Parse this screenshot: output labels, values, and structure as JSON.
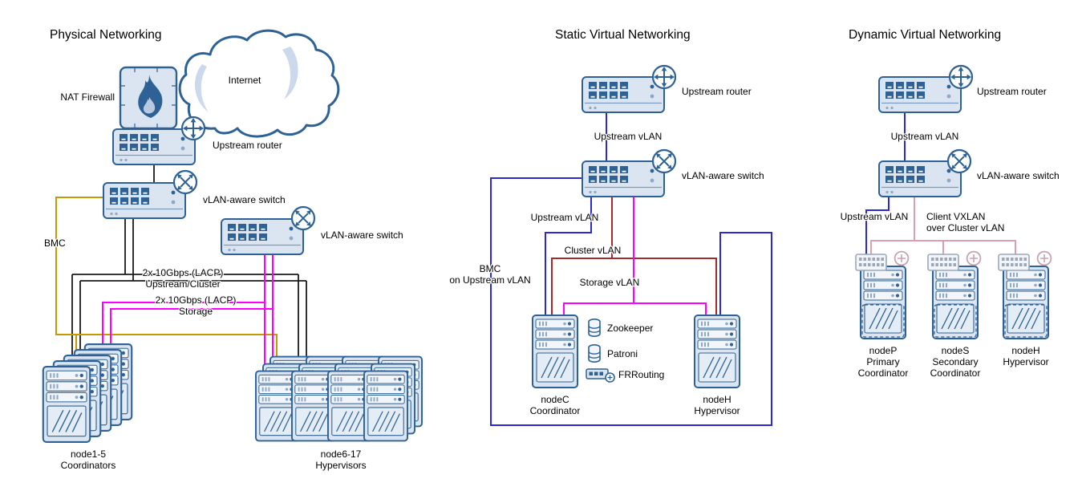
{
  "colors": {
    "device_stroke": "#2e6296",
    "device_fill": "#dbe5f1",
    "line_black": "#1a1a1a",
    "line_bmc_gold": "#c59a00",
    "line_storage_magenta": "#ff00ff",
    "line_upstream_blue": "#2a2ad0",
    "line_cluster_red": "#a22b2b",
    "line_vxlan_pink": "#d9a0b4"
  },
  "physical": {
    "title": "Physical Networking",
    "internet_label": "Internet",
    "nat_firewall_label": "NAT Firewall",
    "upstream_router_label": "Upstream router",
    "vlan_switch_upper_label": "vLAN-aware switch",
    "vlan_switch_lower_label": "vLAN-aware switch",
    "bmc_label": "BMC",
    "lacp_upstream": {
      "line1": "2x 10Gbps (LACP)",
      "line2": "Upstream/Cluster"
    },
    "lacp_storage": {
      "line1": "2x 10Gbps (LACP)",
      "line2": "Storage"
    },
    "coordinators": {
      "line1": "node1-5",
      "line2": "Coordinators"
    },
    "hypervisors": {
      "line1": "node6-17",
      "line2": "Hypervisors"
    }
  },
  "static_virtual": {
    "title": "Static Virtual Networking",
    "upstream_router_label": "Upstream router",
    "upstream_vlan_link_label": "Upstream vLAN",
    "vlan_switch_label": "vLAN-aware switch",
    "upstream_vlan_label": "Upstream vLAN",
    "cluster_vlan_label": "Cluster vLAN",
    "storage_vlan_label": "Storage vLAN",
    "bmc": {
      "line1": "BMC",
      "line2": "on Upstream vLAN"
    },
    "services": {
      "zookeeper": "Zookeeper",
      "patroni": "Patroni",
      "frrouting": "FRRouting"
    },
    "node_c": {
      "line1": "nodeC",
      "line2": "Coordinator"
    },
    "node_h": {
      "line1": "nodeH",
      "line2": "Hypervisor"
    }
  },
  "dynamic_virtual": {
    "title": "Dynamic Virtual Networking",
    "upstream_router_label": "Upstream router",
    "upstream_vlan_link_label": "Upstream vLAN",
    "vlan_switch_label": "vLAN-aware switch",
    "upstream_vlan_label": "Upstream vLAN",
    "client_vxlan": {
      "line1": "Client VXLAN",
      "line2": "over Cluster vLAN"
    },
    "node_p": {
      "line1": "nodeP",
      "line2": "Primary",
      "line3": "Coordinator"
    },
    "node_s": {
      "line1": "nodeS",
      "line2": "Secondary",
      "line3": "Coordinator"
    },
    "node_h": {
      "line1": "nodeH",
      "line2": "Hypervisor"
    }
  }
}
